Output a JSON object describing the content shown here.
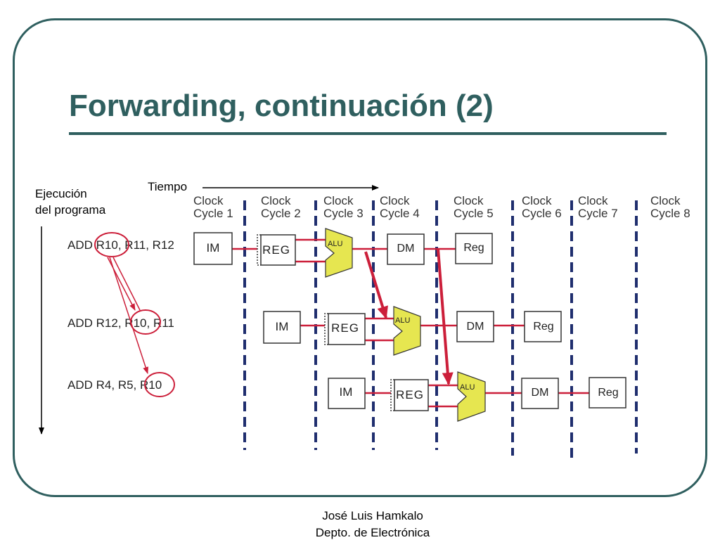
{
  "slide": {
    "title": "Forwarding, continuación (2)",
    "axis_time": "Tiempo",
    "axis_exec_line1": "Ejecución",
    "axis_exec_line2": "del programa"
  },
  "clock_cycles": [
    {
      "line1": "Clock",
      "line2": "Cycle 1"
    },
    {
      "line1": "Clock",
      "line2": "Cycle 2"
    },
    {
      "line1": "Clock",
      "line2": "Cycle 3"
    },
    {
      "line1": "Clock",
      "line2": "Cycle 4"
    },
    {
      "line1": "Clock",
      "line2": "Cycle 5"
    },
    {
      "line1": "Clock",
      "line2": "Cycle 6"
    },
    {
      "line1": "Clock",
      "line2": "Cycle 7"
    },
    {
      "line1": "Clock",
      "line2": "Cycle 8"
    }
  ],
  "instructions": [
    {
      "op": "ADD",
      "a": "R10,",
      "b": "R11, R12"
    },
    {
      "op": "ADD",
      "a": "R12,",
      "b": "R10,",
      "c": "R11"
    },
    {
      "op": "ADD",
      "a": "R4, R5,",
      "b": "R10"
    }
  ],
  "stages": {
    "im": "IM",
    "reg": "REG",
    "alu": "ALU",
    "dm": "DM",
    "wb": "Reg"
  },
  "footer": {
    "author": "José Luis Hamkalo",
    "dept": "Depto. de Electrónica"
  },
  "colors": {
    "title": "#2f5f5f",
    "forward": "#cc1f3a",
    "alu_fill": "#e6e650",
    "cycle_line": "#1f2e6e"
  }
}
